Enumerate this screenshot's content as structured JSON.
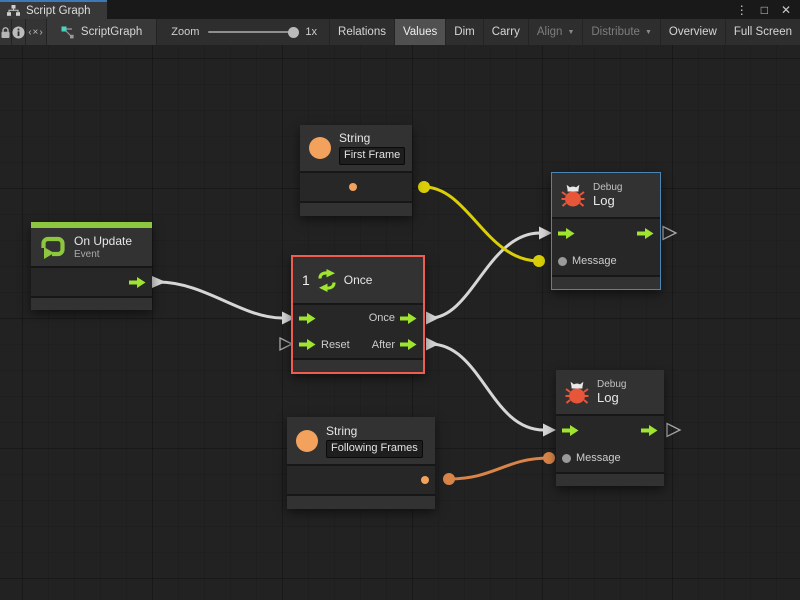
{
  "titlebar": {
    "tab": "Script Graph",
    "menu_glyph": "⋮",
    "maximize_glyph": "□",
    "close_glyph": "✕"
  },
  "toolbar": {
    "code_glyph": "‹×›",
    "graph_name": "ScriptGraph",
    "zoom": {
      "label": "Zoom",
      "value": "1x"
    },
    "dropdown_glyph": "▼",
    "buttons": [
      {
        "label": "Relations",
        "active": false,
        "enabled": true
      },
      {
        "label": "Values",
        "active": true,
        "enabled": true
      },
      {
        "label": "Dim",
        "active": false,
        "enabled": true
      },
      {
        "label": "Carry",
        "active": false,
        "enabled": true
      },
      {
        "label": "Align",
        "active": false,
        "enabled": false,
        "dropdown": true
      },
      {
        "label": "Distribute",
        "active": false,
        "enabled": false,
        "dropdown": true
      },
      {
        "label": "Overview",
        "active": false,
        "enabled": true
      },
      {
        "label": "Full Screen",
        "active": false,
        "enabled": true
      }
    ]
  },
  "graph": {
    "nodes": {
      "string_first": {
        "type": "String",
        "value": "First Frame"
      },
      "on_update": {
        "title": "On Update",
        "subtitle": "Event"
      },
      "once": {
        "count": "1",
        "title": "Once",
        "out_primary": "Once",
        "in_reset": "Reset",
        "out_after": "After"
      },
      "debug_log_top": {
        "category": "Debug",
        "title": "Log",
        "input_label": "Message"
      },
      "debug_log_bottom": {
        "category": "Debug",
        "title": "Log",
        "input_label": "Message"
      },
      "string_following": {
        "type": "String",
        "value": "Following Frames"
      }
    },
    "selected_node": "once"
  },
  "colors": {
    "flow_green": "#9fe42f",
    "event_green": "#8dc73f",
    "string_orange": "#f2a25c",
    "bug_red": "#e8563a",
    "selection_red": "#f05c50",
    "focus_blue": "#4a85b4",
    "wire_yellow": "#d9ce08",
    "wire_orange": "#d9854a",
    "wire_white": "#d6d6d6"
  }
}
